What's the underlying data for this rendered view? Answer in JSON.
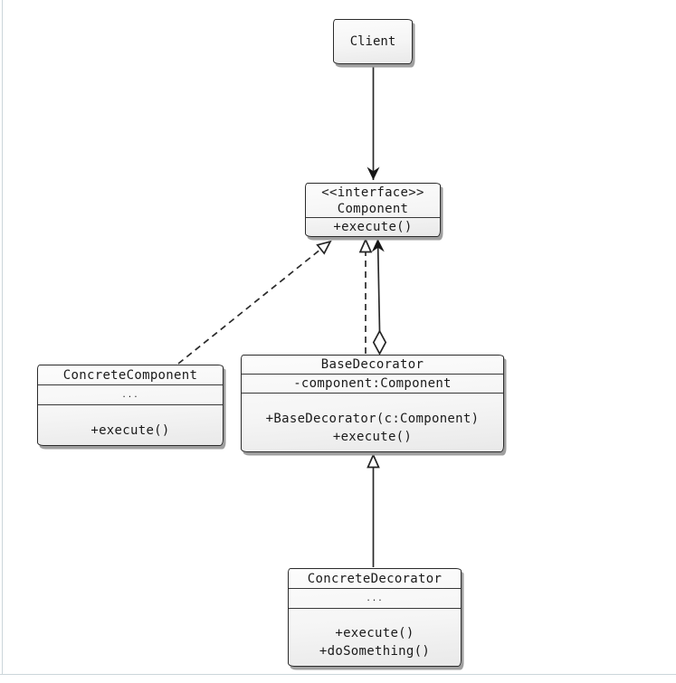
{
  "page": {
    "background": "#ffffff",
    "page_border_color": "#ccd6da"
  },
  "colors": {
    "box_border": "#2b2b2b",
    "box_fill_top": "#fcfcfc",
    "box_fill_bottom": "#e9e9e9",
    "box_shadow": "#9f9f9f",
    "edge_line": "#2a2a2a",
    "text": "#1a1a1a"
  },
  "uml": {
    "nodes": {
      "client": {
        "name": "Client"
      },
      "component": {
        "stereotype": "<<interface>>",
        "name": "Component",
        "methods": [
          "+execute()"
        ]
      },
      "concrete_component": {
        "name": "ConcreteComponent",
        "attributes": [
          "..."
        ],
        "methods": [
          "+execute()"
        ]
      },
      "base_decorator": {
        "name": "BaseDecorator",
        "attributes": [
          "-component:Component"
        ],
        "methods": [
          "+BaseDecorator(c:Component)",
          "+execute()"
        ]
      },
      "concrete_decorator": {
        "name": "ConcreteDecorator",
        "attributes": [
          "..."
        ],
        "methods": [
          "+execute()",
          "+doSomething()"
        ]
      }
    },
    "relationships": [
      {
        "from": "Client",
        "to": "Component",
        "type": "directed-association",
        "line": "solid",
        "head": "filled-arrow"
      },
      {
        "from": "ConcreteComponent",
        "to": "Component",
        "type": "realization",
        "line": "dashed",
        "head": "hollow-triangle"
      },
      {
        "from": "BaseDecorator",
        "to": "Component",
        "type": "realization",
        "line": "dashed",
        "head": "hollow-triangle"
      },
      {
        "from": "BaseDecorator",
        "to": "Component",
        "type": "aggregation",
        "line": "solid",
        "head": "filled-arrow",
        "tail": "hollow-diamond"
      },
      {
        "from": "ConcreteDecorator",
        "to": "BaseDecorator",
        "type": "inheritance",
        "line": "solid",
        "head": "hollow-triangle"
      }
    ]
  }
}
